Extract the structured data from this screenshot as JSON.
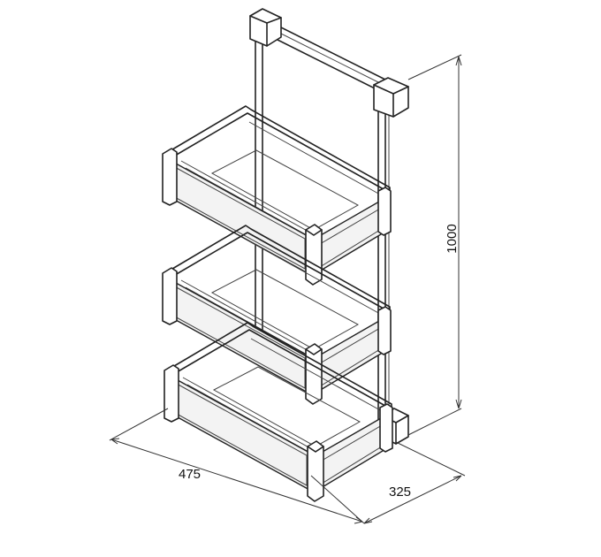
{
  "dimensions": {
    "height": "1000",
    "width": "475",
    "depth": "325"
  }
}
